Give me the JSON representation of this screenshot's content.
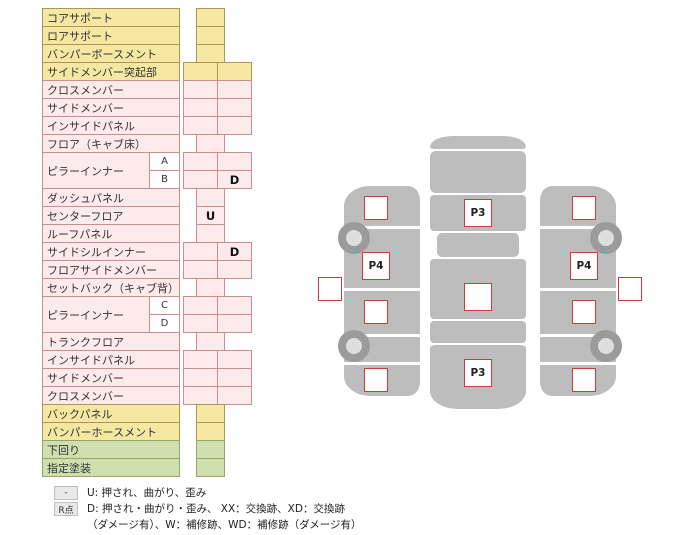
{
  "colors": {
    "yellow_bg": "#f6e8a2",
    "yellow_border": "#a89858",
    "pink_bg": "#fdeaea",
    "pink_border": "#c98f8f",
    "green_bg": "#cfdfaf",
    "green_border": "#94a565",
    "car_gray": "#bdbdbd",
    "wheel_gray": "#9b9b9b",
    "box_border": "#cc3a3a"
  },
  "table": {
    "rows": [
      {
        "label": "コアサポート",
        "type": "yellow",
        "layout": "center",
        "cells": [
          ""
        ]
      },
      {
        "label": "ロアサポート",
        "type": "yellow",
        "layout": "center",
        "cells": [
          ""
        ]
      },
      {
        "label": "バンパーボースメント",
        "type": "yellow",
        "layout": "center",
        "cells": [
          ""
        ]
      },
      {
        "label": "サイドメンバー突起部",
        "type": "yellow",
        "layout": "pair",
        "cells": [
          "",
          ""
        ]
      },
      {
        "label": "クロスメンバー",
        "type": "pink",
        "layout": "pair",
        "cells": [
          "",
          ""
        ]
      },
      {
        "label": "サイドメンバー",
        "type": "pink",
        "layout": "pair",
        "cells": [
          "",
          ""
        ]
      },
      {
        "label": "インサイドパネル",
        "type": "pink",
        "layout": "pair",
        "cells": [
          "",
          ""
        ]
      },
      {
        "label": "フロア（キャブ床）",
        "type": "pink",
        "layout": "center",
        "cells": [
          ""
        ]
      },
      {
        "type": "pink",
        "layout": "pair",
        "group": {
          "label": "ピラーインナー",
          "items": [
            {
              "sub": "A",
              "cells": [
                "",
                ""
              ]
            },
            {
              "sub": "B",
              "cells": [
                "",
                "D"
              ]
            }
          ]
        }
      },
      {
        "label": "ダッシュパネル",
        "type": "pink",
        "layout": "center",
        "cells": [
          ""
        ]
      },
      {
        "label": "センターフロア",
        "type": "pink",
        "layout": "center",
        "cells": [
          "U"
        ]
      },
      {
        "label": "ルーフパネル",
        "type": "pink",
        "layout": "center",
        "cells": [
          ""
        ]
      },
      {
        "label": "サイドシルインナー",
        "type": "pink",
        "layout": "pair",
        "cells": [
          "",
          "D"
        ]
      },
      {
        "label": "フロアサイドメンバー",
        "type": "pink",
        "layout": "pair",
        "cells": [
          "",
          ""
        ]
      },
      {
        "label": "セットバック（キャブ背）",
        "type": "pink",
        "layout": "center",
        "cells": [
          ""
        ]
      },
      {
        "type": "pink",
        "layout": "pair",
        "group": {
          "label": "ピラーインナー",
          "items": [
            {
              "sub": "C",
              "cells": [
                "",
                ""
              ]
            },
            {
              "sub": "D",
              "cells": [
                "",
                ""
              ]
            }
          ]
        }
      },
      {
        "label": "トランクフロア",
        "type": "pink",
        "layout": "center",
        "cells": [
          ""
        ]
      },
      {
        "label": "インサイドパネル",
        "type": "pink",
        "layout": "pair",
        "cells": [
          "",
          ""
        ]
      },
      {
        "label": "サイドメンバー",
        "type": "pink",
        "layout": "pair",
        "cells": [
          "",
          ""
        ]
      },
      {
        "label": "クロスメンバー",
        "type": "pink",
        "layout": "pair",
        "cells": [
          "",
          ""
        ]
      },
      {
        "label": "バックパネル",
        "type": "yellow",
        "layout": "center",
        "cells": [
          ""
        ]
      },
      {
        "label": "バンパーホースメント",
        "type": "yellow",
        "layout": "center",
        "cells": [
          ""
        ]
      },
      {
        "label": "下回り",
        "type": "green",
        "layout": "center",
        "cells": [
          ""
        ]
      },
      {
        "label": "指定塗装",
        "type": "green",
        "layout": "center",
        "cells": [
          ""
        ]
      }
    ]
  },
  "diagram": {
    "center_car": {
      "view": "top",
      "boxes": [
        {
          "pos": "front",
          "label": "P3"
        },
        {
          "pos": "middle",
          "label": ""
        },
        {
          "pos": "rear",
          "label": "P3"
        }
      ]
    },
    "left_car": {
      "view": "left-side",
      "boxes": [
        {
          "pos": "front",
          "label": ""
        },
        {
          "pos": "upper-middle",
          "label": "P4"
        },
        {
          "pos": "middle",
          "label": ""
        },
        {
          "pos": "rear",
          "label": ""
        }
      ],
      "outer_box": {
        "label": ""
      }
    },
    "right_car": {
      "view": "right-side",
      "boxes": [
        {
          "pos": "front",
          "label": ""
        },
        {
          "pos": "upper-middle",
          "label": "P4"
        },
        {
          "pos": "middle",
          "label": ""
        },
        {
          "pos": "rear",
          "label": ""
        }
      ],
      "outer_box": {
        "label": ""
      }
    }
  },
  "legend": {
    "rows": [
      {
        "key": "-",
        "text": "U: 押され、曲がり、歪み"
      },
      {
        "key": "R点",
        "text": "D: 押され・曲がり・歪み、 XX：交換跡、XD：交換跡"
      },
      {
        "key": "",
        "text": "（ダメージ有）、W：補修跡、WD：補修跡（ダメージ有）"
      }
    ]
  }
}
